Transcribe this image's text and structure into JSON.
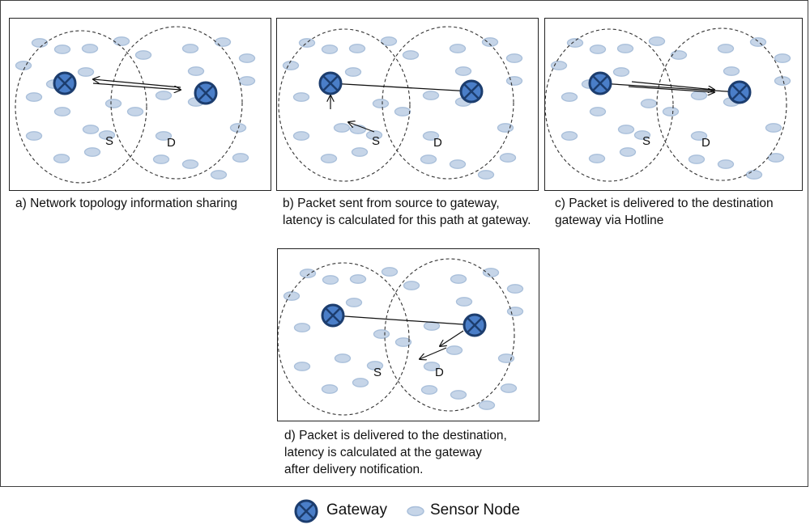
{
  "colors": {
    "gateway_fill": "#4a7ec8",
    "gateway_stroke": "#1c3d6e",
    "sensor_fill": "#c6d5e8",
    "sensor_stroke": "#a9bfda",
    "line": "#111111"
  },
  "panels": [
    {
      "id": "a",
      "caption": [
        "a) Network topology information sharing"
      ],
      "label_s": "S",
      "label_d": "D"
    },
    {
      "id": "b",
      "caption": [
        "b) Packet sent from source to gateway,",
        "latency is calculated for this path at gateway."
      ],
      "label_s": "S",
      "label_d": "D"
    },
    {
      "id": "c",
      "caption": [
        "c) Packet is delivered to the destination",
        "gateway via Hotline"
      ],
      "label_s": "S",
      "label_d": "D"
    },
    {
      "id": "d",
      "caption": [
        "d) Packet is delivered to the destination,",
        "latency is calculated at the gateway",
        "after delivery notification."
      ],
      "label_s": "S",
      "label_d": "D"
    }
  ],
  "legend": {
    "gateway_label": "Gateway",
    "gateway_icon": "gateway-icon",
    "sensor_label": "Sensor Node",
    "sensor_icon": "sensor-node-icon"
  }
}
